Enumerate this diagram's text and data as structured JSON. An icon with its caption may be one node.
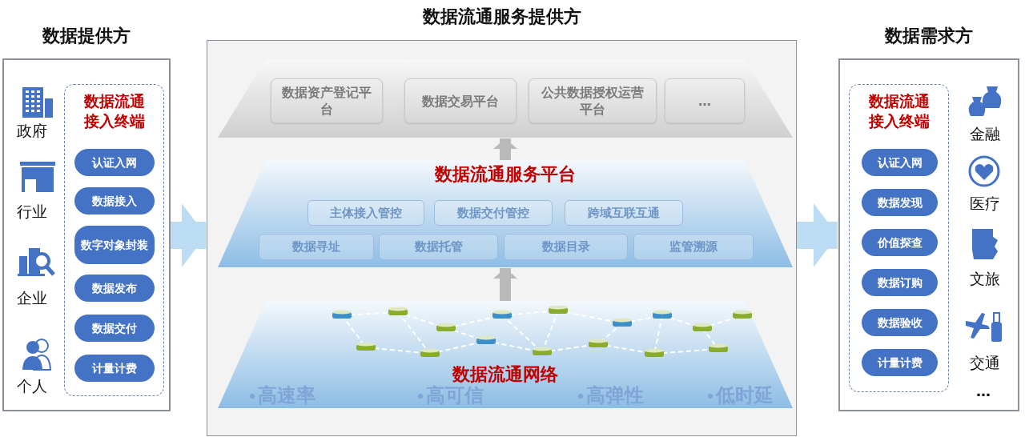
{
  "diagram": {
    "nodes": [
      {
        "text": [
          "数据提供方"
        ]
      },
      {
        "text": [
          "政府"
        ],
        "in": 0
      },
      {
        "text": [
          "行业"
        ],
        "in": 0
      },
      {
        "text": [
          "企业"
        ],
        "in": 0
      },
      {
        "text": [
          "个人"
        ],
        "in": 0
      },
      {
        "text": [
          "数据流通接入终端"
        ],
        "in": 0
      },
      {
        "text": [
          "认证入网"
        ],
        "in": 5
      },
      {
        "text": [
          "数据接入"
        ],
        "in": 5
      },
      {
        "text": [
          "数字对象封装"
        ],
        "in": 5
      },
      {
        "text": [
          "数据发布"
        ],
        "in": 5
      },
      {
        "text": [
          "数据交付"
        ],
        "in": 5
      },
      {
        "text": [
          "计量计费"
        ],
        "in": 5
      },
      {
        "text": [
          "数据流通服务提供方"
        ]
      },
      {
        "text": [],
        "shape": "box",
        "in": 12
      },
      {
        "text": [
          "数据资产登记平台"
        ],
        "in": 13
      },
      {
        "text": [
          "数据交易平台"
        ],
        "in": 13
      },
      {
        "text": [
          "公共数据授权运营平台"
        ],
        "in": 13
      },
      {
        "text": [
          "…"
        ],
        "in": 13
      },
      {
        "text": [
          "数据流通服务平台"
        ],
        "in": 12
      },
      {
        "text": [
          "主体接入管控"
        ],
        "in": 18
      },
      {
        "text": [
          "数据交付管控"
        ],
        "in": 18
      },
      {
        "text": [
          "跨域互联互通"
        ],
        "in": 18
      },
      {
        "text": [
          "数据寻址"
        ],
        "in": 18
      },
      {
        "text": [
          "数据托管"
        ],
        "in": 18
      },
      {
        "text": [
          "数据目录"
        ],
        "in": 18
      },
      {
        "text": [
          "监管溯源"
        ],
        "in": 18
      },
      {
        "text": [
          "数据流通网络",
          "高速率",
          "高可信",
          "高弹性",
          "低时延"
        ],
        "in": 12
      },
      {
        "text": [
          "数据需求方"
        ]
      },
      {
        "text": [
          "数据流通接入终端"
        ],
        "in": 27
      },
      {
        "text": [
          "认证入网"
        ],
        "in": 28
      },
      {
        "text": [
          "数据发现"
        ],
        "in": 28
      },
      {
        "text": [
          "价值探查"
        ],
        "in": 28
      },
      {
        "text": [
          "数据订购"
        ],
        "in": 28
      },
      {
        "text": [
          "数据验收"
        ],
        "in": 28
      },
      {
        "text": [
          "计量计费"
        ],
        "in": 28
      },
      {
        "text": [
          "金融"
        ],
        "in": 27
      },
      {
        "text": [
          "医疗"
        ],
        "in": 27
      },
      {
        "text": [
          "文旅"
        ],
        "in": 27
      },
      {
        "text": [
          "交通"
        ],
        "in": 27
      }
    ],
    "edges": [
      {
        "from": 0,
        "to": 12,
        "arrow": "to",
        "style": "thick"
      },
      {
        "from": 26,
        "to": 18,
        "arrow": "to"
      },
      {
        "from": 18,
        "to": 13,
        "arrow": "to"
      },
      {
        "from": 12,
        "to": 27,
        "arrow": "to",
        "style": "thick"
      }
    ],
    "labels": [
      "…"
    ]
  }
}
